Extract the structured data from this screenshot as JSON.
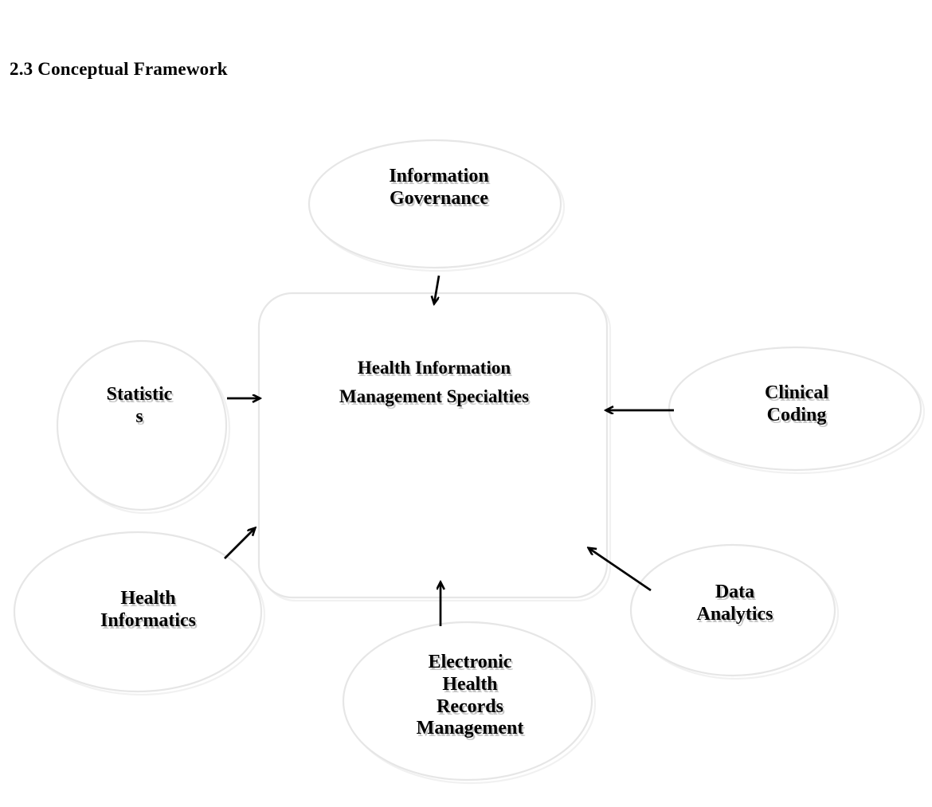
{
  "heading": {
    "text": "2.3 Conceptual Framework"
  },
  "diagram": {
    "type": "conceptual-framework",
    "core_node": {
      "name": "health-information-management-specialties",
      "label": "Health Information\nManagement Specialties",
      "shape": "rounded-rectangle"
    },
    "nodes": [
      {
        "name": "information-governance",
        "label": "Information\nGovernance",
        "shape": "ellipse",
        "position": "top"
      },
      {
        "name": "statistics",
        "label": "Statistic\ns",
        "shape": "circle",
        "position": "left"
      },
      {
        "name": "health-informatics",
        "label": "Health\nInformatics",
        "shape": "ellipse",
        "position": "bottom-left"
      },
      {
        "name": "electronic-health-records-management",
        "label": "Electronic\nHealth\nRecords\nManagement",
        "shape": "ellipse",
        "position": "bottom"
      },
      {
        "name": "data-analytics",
        "label": "Data\nAnalytics",
        "shape": "ellipse",
        "position": "bottom-right"
      },
      {
        "name": "clinical-coding",
        "label": "Clinical\nCoding",
        "shape": "ellipse",
        "position": "right"
      }
    ],
    "connectors": [
      {
        "name": "arrow-information-governance-to-core",
        "from": "information-governance",
        "to": "core",
        "direction": "down"
      },
      {
        "name": "arrow-statistics-to-core",
        "from": "statistics",
        "to": "core",
        "direction": "right"
      },
      {
        "name": "arrow-health-informatics-to-core",
        "from": "health-informatics",
        "to": "core",
        "direction": "up-right"
      },
      {
        "name": "arrow-ehr-management-to-core",
        "from": "electronic-health-records-management",
        "to": "core",
        "direction": "up"
      },
      {
        "name": "arrow-data-analytics-to-core",
        "from": "data-analytics",
        "to": "core",
        "direction": "up-left"
      },
      {
        "name": "arrow-clinical-coding-to-core",
        "from": "clinical-coding",
        "to": "core",
        "direction": "left"
      }
    ]
  },
  "colors": {
    "background": "#ffffff",
    "shape_outline": "#e9e9e9",
    "shape_shadow": "#f0f0f0",
    "text": "#000000",
    "text_shadow": "#969696",
    "arrow": "#000000"
  }
}
